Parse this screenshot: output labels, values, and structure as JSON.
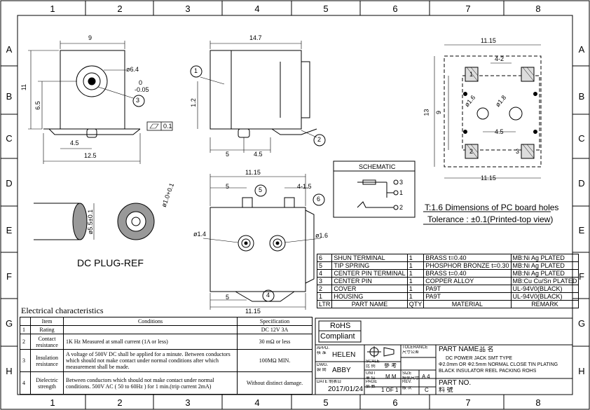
{
  "columns": [
    "1",
    "2",
    "3",
    "4",
    "5",
    "6",
    "7",
    "8"
  ],
  "rows": [
    "A",
    "B",
    "C",
    "D",
    "E",
    "F",
    "G",
    "H"
  ],
  "front_view": {
    "width": "9",
    "height": "11",
    "total_width": "12.5",
    "pin_offset": "4.5",
    "pin_height": "6.5",
    "hole_dia": "ø6.4",
    "tol_upper": "0",
    "tol_lower": "-0.05",
    "flatness": "0.1",
    "callout": "3"
  },
  "side_view": {
    "length": "14.7",
    "height": "1.2",
    "dim_a": "5",
    "dim_b": "4.5",
    "callout_1": "1",
    "callout_2": "2"
  },
  "bottom_view": {
    "width": "11.15",
    "width_bottom": "11.15",
    "dim_5": "5",
    "dim_41_5": "4-1.5",
    "dim_5b": "5",
    "hole_a": "ø1.4",
    "hole_b": "ø1.6",
    "callout_4": "4",
    "callout_5": "5",
    "callout_6": "6"
  },
  "pcb": {
    "width_top": "11.15",
    "pad_gap": "4-2",
    "height": "13",
    "inner": "9",
    "hole_a": "ø1.6",
    "hole_b": "ø1.8",
    "spacing": "4.5",
    "width_bottom": "11.15",
    "pad_1": "1",
    "pad_2": "2",
    "pad_3": "3"
  },
  "plug": {
    "dia": "ø5.5±0.1",
    "inner": "ø1.0+0.1",
    "caption": "DC PLUG-REF"
  },
  "schematic": {
    "title": "SCHEMATIC",
    "pin3": "3",
    "pin1": "1",
    "pin2": "2"
  },
  "notes": {
    "line1": "T:1.6 Dimensions of PC board holes",
    "line2": "Tolerance : ±0.1(Printed-top view)"
  },
  "bom": {
    "headers": [
      "LTR",
      "PART NAME",
      "QTY",
      "MATERIAL",
      "REMARK"
    ],
    "rows": [
      [
        "6",
        "SHUN TERMINAL",
        "1",
        "BRASS          t=0.40",
        "MB:Ni        Ag     PLATED"
      ],
      [
        "5",
        "TIP SPRING",
        "1",
        "PHOSPHOR BRONZE t=0.30",
        "MB:Ni        Ag     PLATED"
      ],
      [
        "4",
        "CENTER PIN TERMINAL",
        "1",
        "BRASS          t=0.40",
        "MB:Ni        Ag     PLATED"
      ],
      [
        "3",
        "CENTER   PIN",
        "1",
        "COPPER   ALLOY",
        "MB:Cu     Cu/Sn  PLATED"
      ],
      [
        "2",
        "COVER",
        "1",
        "PA9T",
        "UL-94V0(BLACK)"
      ],
      [
        "1",
        "HOUSING",
        "1",
        "PA9T",
        "UL-94V0(BLACK)"
      ]
    ]
  },
  "electrical": {
    "title": "Electrical characteristics",
    "headers": [
      "Item",
      "Conditions",
      "Specification"
    ],
    "rows": [
      [
        "1",
        "Rating",
        "",
        "DC 12V 3A"
      ],
      [
        "2",
        "Contact resistance",
        "1K Hz Measured at small current (1A or less)",
        "30 mΩ  or less"
      ],
      [
        "3",
        "Insulation resistance",
        "A voltage of 500V DC shall be applied for a minute. Between conductors which should not make contact under normal conditions after which measurement shall be made.",
        "100MΩ  MIN."
      ],
      [
        "4",
        "Dielectric strength",
        "Between conductors which should not make contact under normal conditions. 500V AC  ( 50 to 60Hz ) for 1 min.(trip current 2mA)",
        "Without distinct damage."
      ]
    ]
  },
  "title_block": {
    "rohs_line1": "RoHS",
    "rohs_line2": "Compliant",
    "appd_label": "APPD.",
    "appd_cn": "核 准",
    "appd": "HELEN",
    "dwg_label": "DWG.",
    "dwg_cn": "製 間",
    "dwg": "ABBY",
    "date_label": "DATE 制表日",
    "date": "2017/01/24",
    "tolerance_label": "TOLERANCE",
    "tolerance_cn": "尺寸公差",
    "scale_label": "SCALE",
    "scale_cn": "比  例",
    "scale": "參  考",
    "unit_label": "UNIT",
    "unit_cn": "單 位",
    "unit": "M M",
    "size_label": "SIZE",
    "size_cn": "紙張尺寸",
    "size": "A 4",
    "page_label": "PAGE",
    "page_cn": "張  數",
    "page": "1 OF 1",
    "rev_label": "REV.",
    "rev_cn": "版  次",
    "rev": "C",
    "part_name_label": "PART NAME",
    "part_name_cn": "品   名",
    "part_desc_1": "DC POWER JACK SMT TYPE",
    "part_desc_2": "Φ2.0mm OR Φ2.5mm NORMAL CLOSE TIN PLATING",
    "part_desc_3": "BLACK INSULATOR REEL PACKING ROHS",
    "part_no_label": "PART NO.",
    "part_no_cn": "料   號"
  }
}
